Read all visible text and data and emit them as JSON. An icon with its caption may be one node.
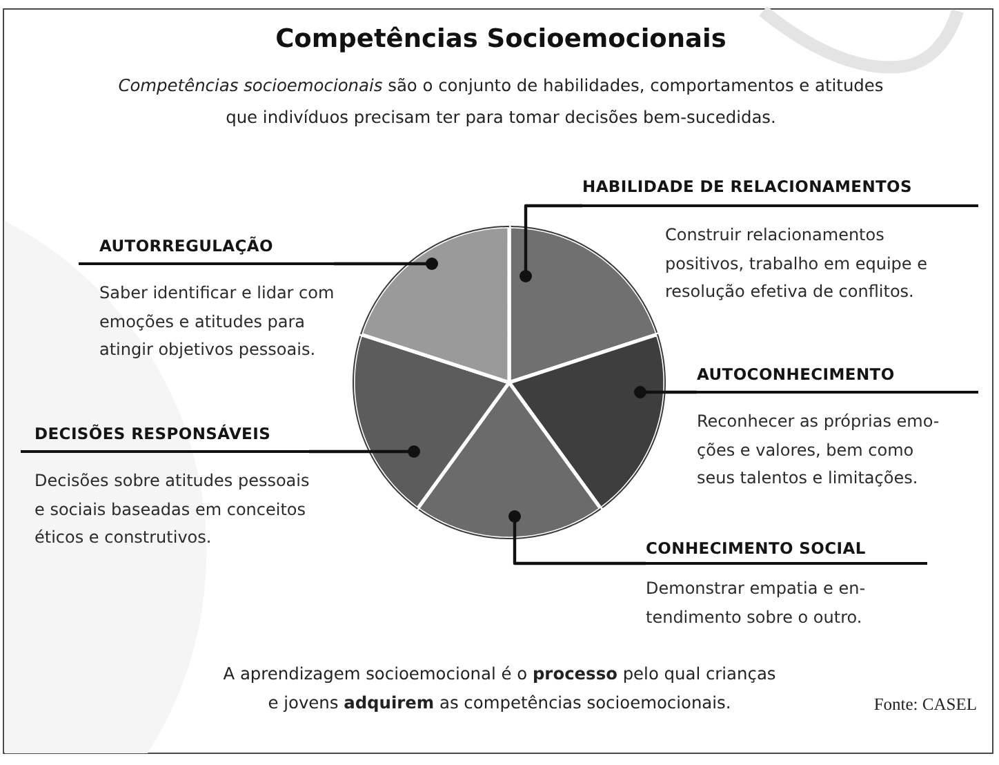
{
  "diagram": {
    "title": "Competências Socioemocionais",
    "caption": "A aprendizagem socioemocional é o **processo** pelo qual crianças e jovens **adquirem** as competências socioemocionais.",
    "nodes": [
      {
        "text": [
          "HABILIDADE DE RELACIONAMENTOS",
          "Construir relacionamentos positivos, trabalho em equipe e resolução efetiva de conflitos."
        ]
      },
      {
        "text": [
          "AUTORREGULAÇÃO",
          "Saber identificar e lidar com emoções e atitudes para atingir objetivos pessoais."
        ]
      },
      {
        "text": [
          "AUTOCONHECIMENTO",
          "Reconhecer as próprias emo- ções e valores, bem como seus talentos e limitações."
        ]
      },
      {
        "text": [
          "DECISÕES RESPONSÁVEIS",
          "Decisões sobre atitudes pessoais e sociais baseadas em conceitos éticos e construtivos."
        ]
      },
      {
        "text": [
          "CONHECIMENTO SOCIAL",
          "Demonstrar empatia e en- tendimento sobre o outro."
        ]
      },
      {
        "text": [],
        "shape": "slice"
      },
      {
        "text": [],
        "shape": "slice"
      },
      {
        "text": [],
        "shape": "slice"
      },
      {
        "text": [],
        "shape": "slice"
      },
      {
        "text": [],
        "shape": "slice"
      }
    ],
    "edges": [
      {
        "from": 0,
        "to": 5,
        "arrow": "other"
      },
      {
        "from": 1,
        "to": 9,
        "arrow": "other"
      },
      {
        "from": 2,
        "to": 6,
        "arrow": "other"
      },
      {
        "from": 3,
        "to": 8,
        "arrow": "other"
      },
      {
        "from": 4,
        "to": 7,
        "arrow": "other"
      }
    ],
    "labels": [
      "*Competências socioemocionais* são o conjunto de habilidades, comportamentos e atitudes que indivíduos precisam ter para tomar decisões bem-sucedidas.",
      "Fonte: CASEL"
    ]
  }
}
